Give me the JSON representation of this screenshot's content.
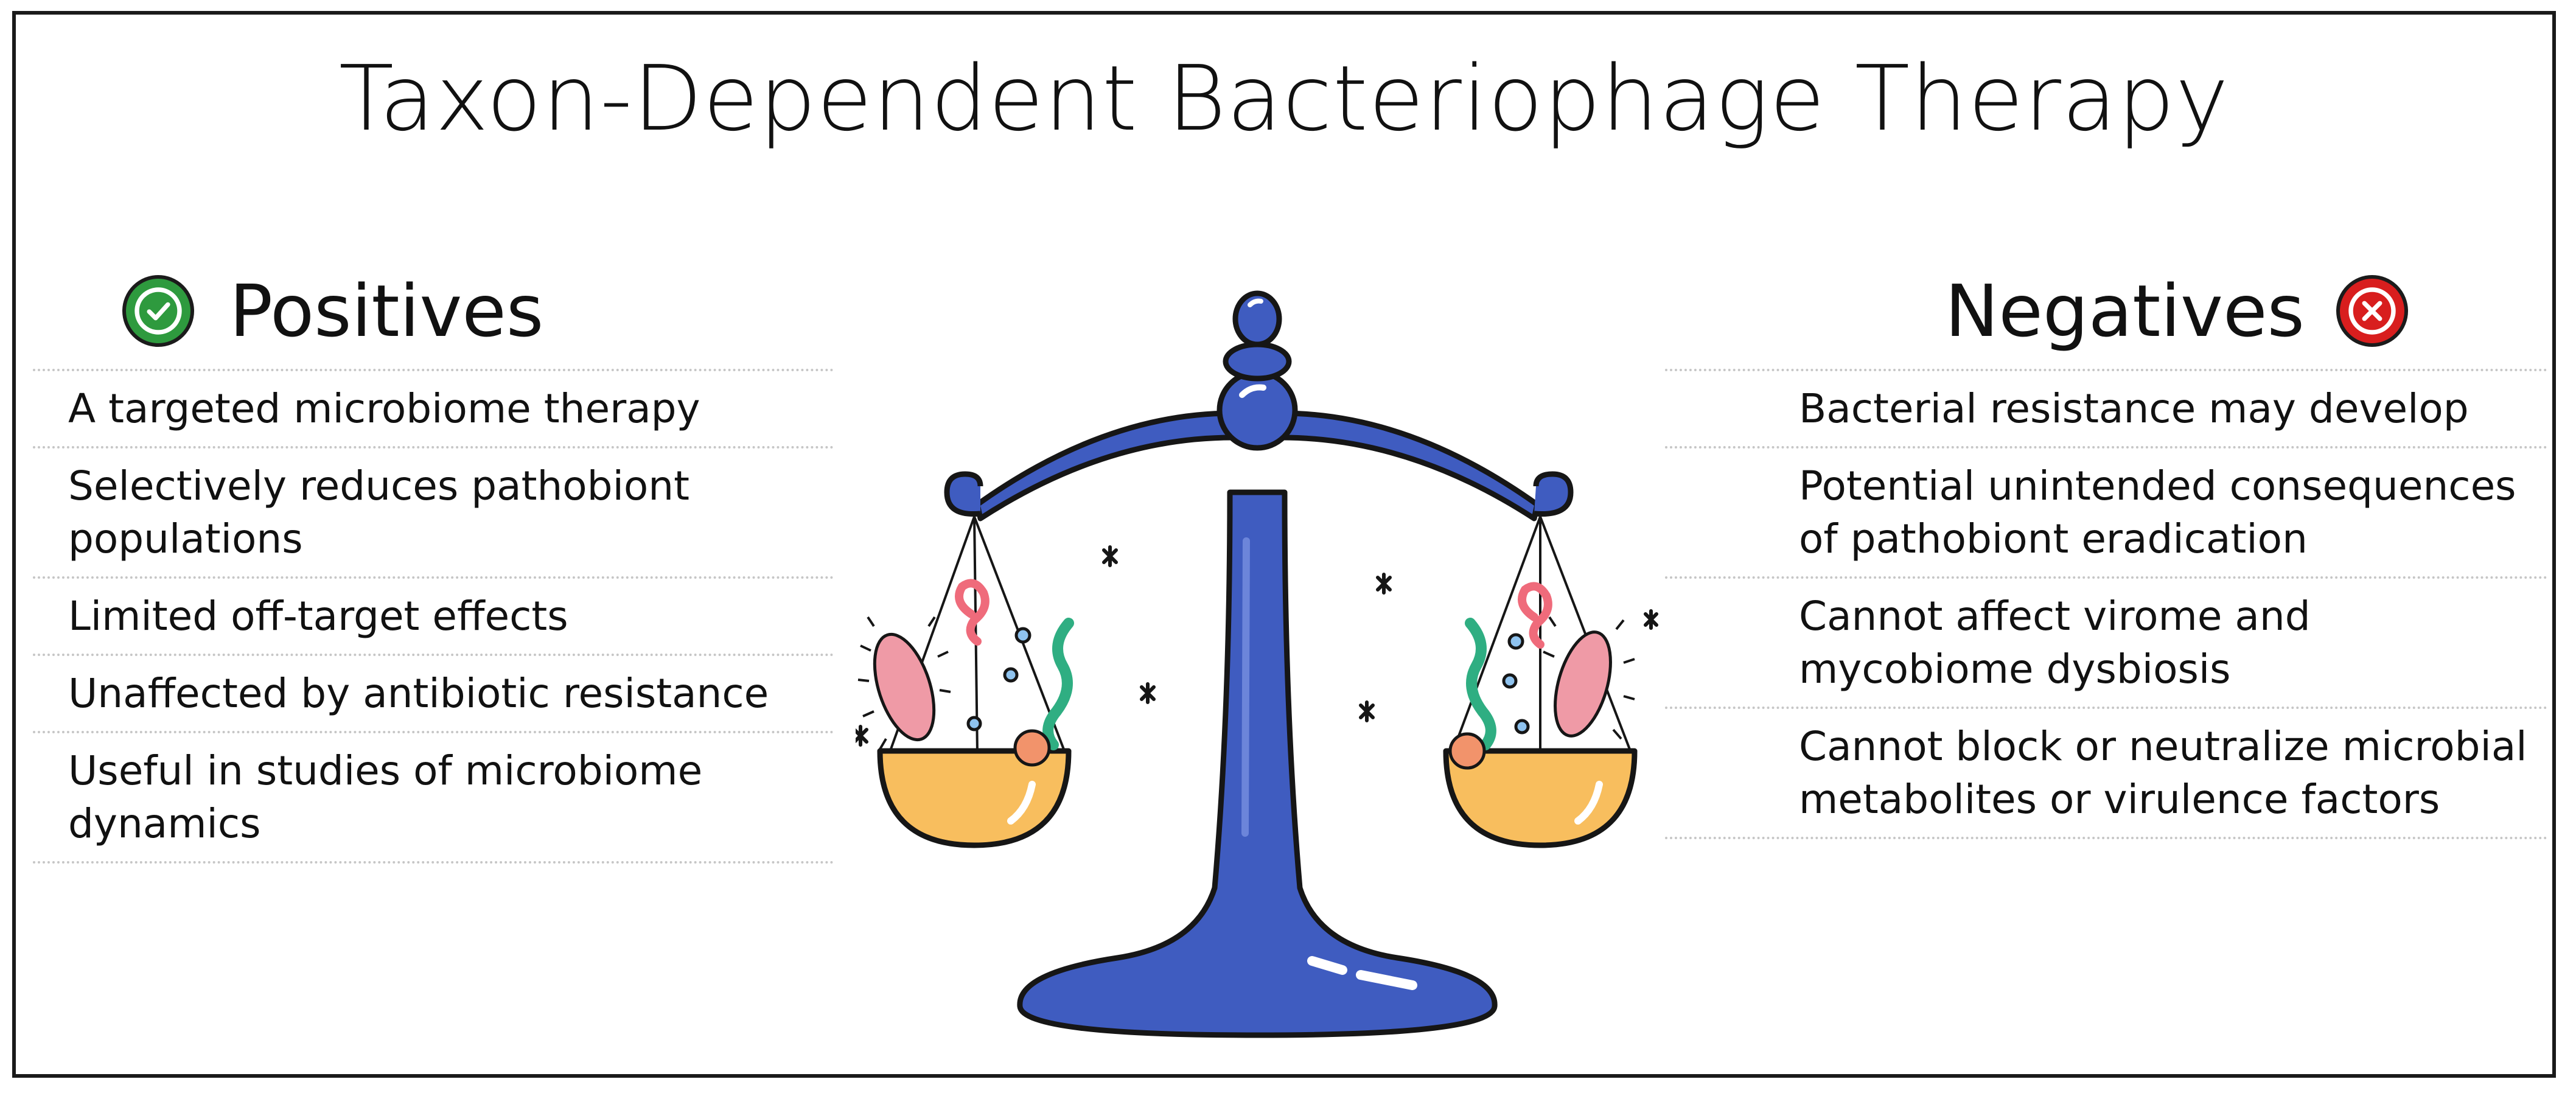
{
  "title": "Taxon-Dependent Bacteriophage Therapy",
  "positives": {
    "heading": "Positives",
    "icon": "check-circle-icon",
    "icon_color": "#2e9a3e",
    "items": [
      "A targeted microbiome therapy",
      "Selectively reduces pathobiont populations",
      "Limited off-target effects",
      "Unaffected by antibiotic resistance",
      "Useful in studies of microbiome dynamics"
    ]
  },
  "negatives": {
    "heading": "Negatives",
    "icon": "x-circle-icon",
    "icon_color": "#d81e1e",
    "items": [
      "Bacterial resistance may develop",
      "Potential unintended consequences of pathobiont eradication",
      "Cannot affect virome and mycobiome dysbiosis",
      "Cannot block or neutralize microbial metabolites or virulence factors"
    ]
  },
  "illustration": {
    "name": "balance-scale-icon",
    "colors": {
      "scale": "#3f5cc0",
      "pans": "#f8be5e",
      "pink": "#ef9aa6",
      "green": "#2fae82"
    }
  }
}
